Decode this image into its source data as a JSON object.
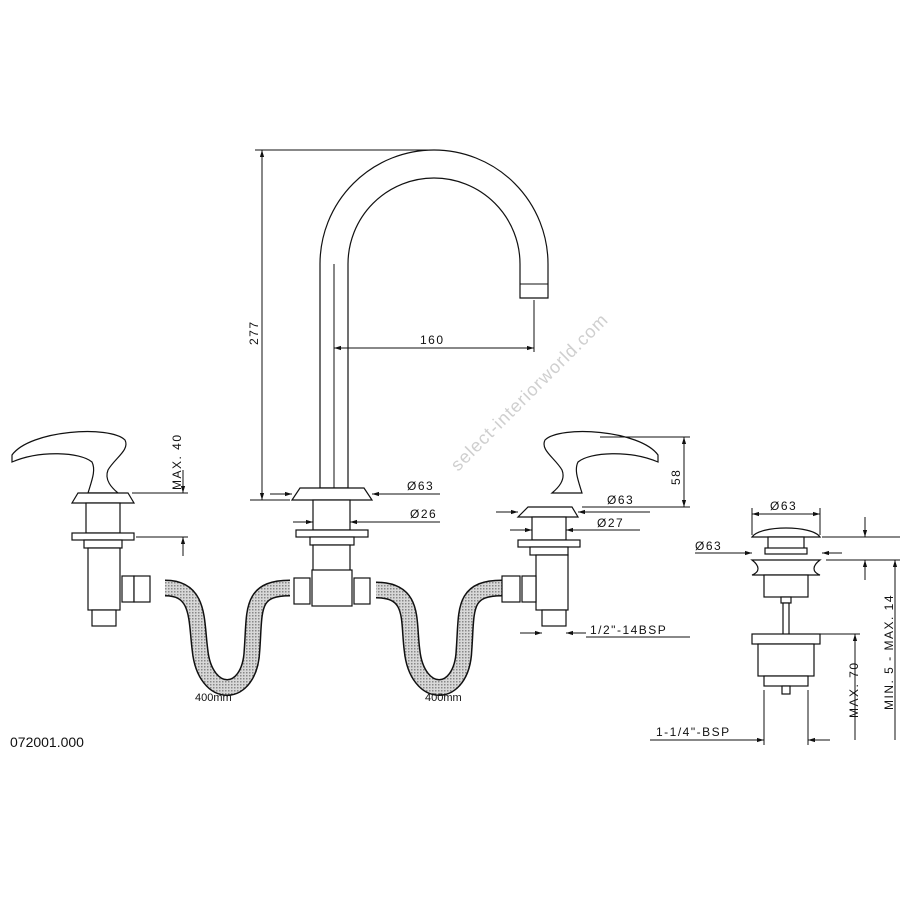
{
  "product_code": "072001.000",
  "watermark": "select-interiorworld.com",
  "dimensions": {
    "spout_height": "277",
    "spout_reach": "160",
    "spout_base_diameter": "Ø63",
    "spout_shank_diameter": "Ø26",
    "handle_max_thickness": "MAX. 40",
    "handle_base_diameter": "Ø63",
    "handle_shank_diameter": "Ø27",
    "handle_height": "58",
    "valve_thread": "1/2\"-14BSP",
    "hose_left_length": "400mm",
    "hose_right_length": "400mm"
  },
  "drain": {
    "cap_diameter": "Ø63",
    "flange_diameter": "Ø63",
    "max_length": "MAX. 70",
    "basin_thickness": "MIN. 5 - MAX. 14",
    "thread": "1-1/4\"-BSP"
  },
  "colors": {
    "line": "#111111",
    "hose": "#9a9a9a",
    "watermark": "#cfcfcf"
  }
}
